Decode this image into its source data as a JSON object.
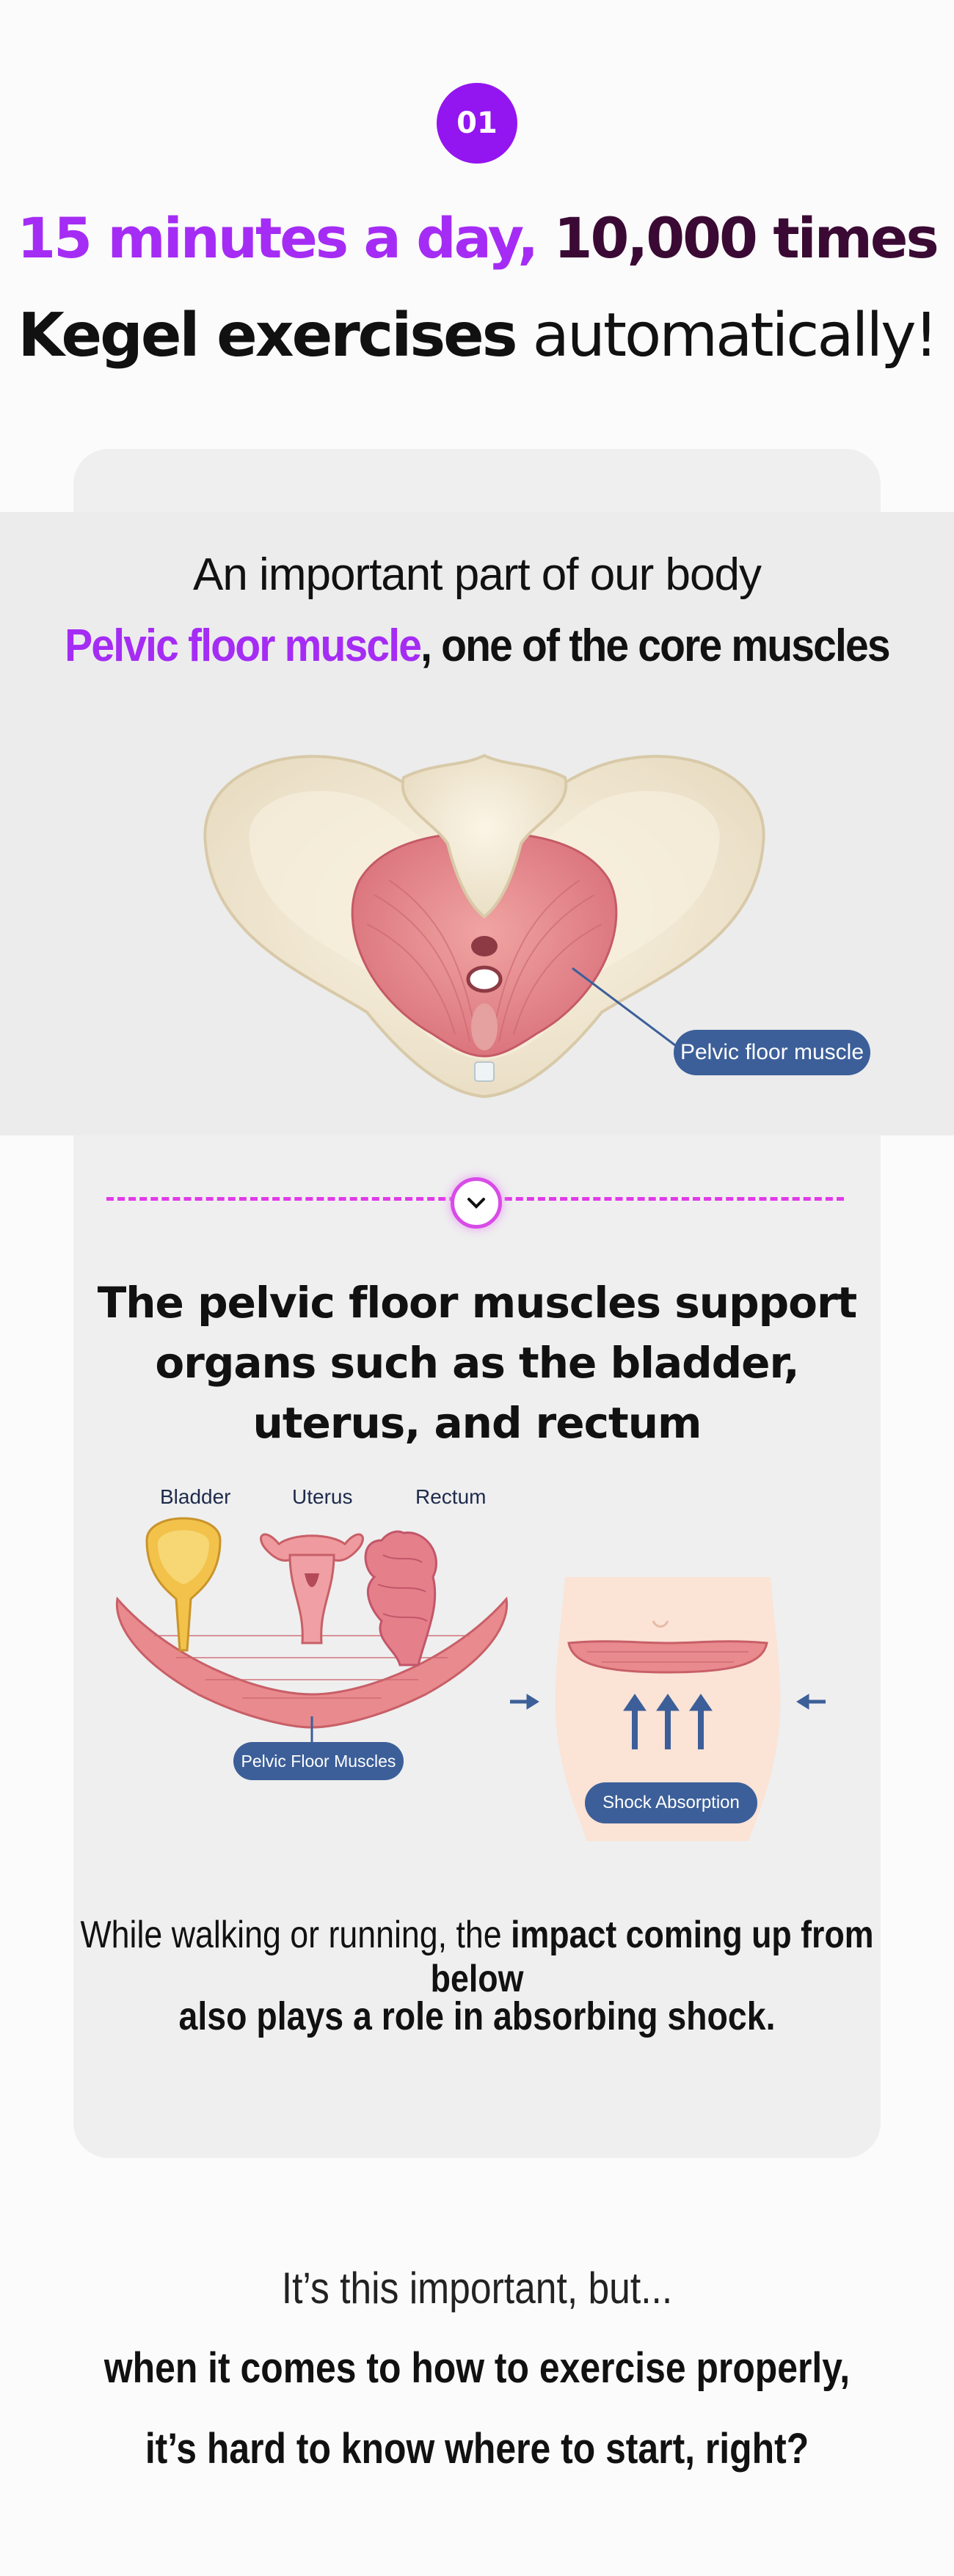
{
  "step_number": "01",
  "headline": {
    "line1_highlight": "15 minutes a day,",
    "line1_rest": "10,000 times",
    "line2_bold": "Kegel exercises",
    "line2_rest": "automatically!"
  },
  "section1": {
    "intro": "An important part of our body",
    "title_highlight": "Pelvic floor muscle",
    "title_rest": ", one of the core muscles",
    "callout": "Pelvic floor muscle"
  },
  "section2": {
    "title": "The pelvic floor muscles support organs such as the bladder, uterus, and rectum",
    "organ_labels": [
      "Bladder",
      "Uterus",
      "Rectum"
    ],
    "muscles_label": "Pelvic Floor Muscles",
    "shock_label": "Shock Absorption",
    "walking_text_normal": "While walking or running, the ",
    "walking_text_bold": "impact coming up from below",
    "walking_text_line2": "also plays a role in absorbing shock."
  },
  "closing": {
    "line1": "It’s this important, but...",
    "line2": "when it comes to how to exercise properly,",
    "line3": "it’s hard to know where to start, right?"
  },
  "colors": {
    "accent_purple": "#9315f0",
    "highlight_purple": "#a52cf4",
    "label_blue": "#3c5f99",
    "muscle_pink": "#e8868a",
    "divider_magenta": "#e13ae9"
  }
}
